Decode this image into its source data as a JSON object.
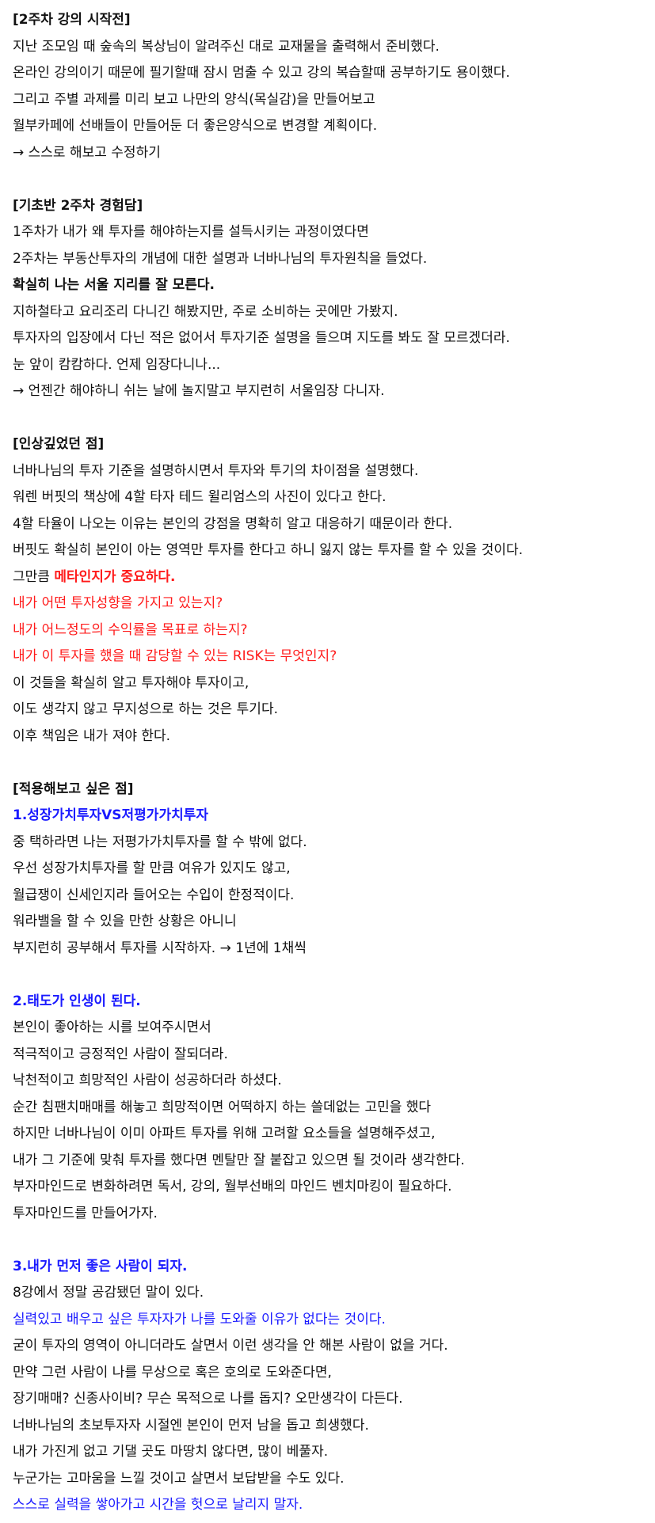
{
  "colors": {
    "text": "#111111",
    "red": "#ff1a1a",
    "blue": "#1a1aff",
    "background": "#ffffff"
  },
  "lines": [
    {
      "text": "[2주차 강의 시작전]",
      "style": "b"
    },
    {
      "text": "지난 조모임 때 숲속의 복상님이 알려주신 대로 교재물을 출력해서 준비했다.",
      "style": ""
    },
    {
      "text": "온라인 강의이기 때문에 필기할때 잠시 멈출 수 있고 강의 복습할때 공부하기도 용이했다.",
      "style": ""
    },
    {
      "text": "그리고 주별 과제를 미리 보고 나만의 양식(목실감)을 만들어보고",
      "style": ""
    },
    {
      "text": "월부카페에 선배들이 만들어둔 더 좋은양식으로 변경할 계획이다.",
      "style": ""
    },
    {
      "text": "→ 스스로 해보고 수정하기",
      "style": ""
    },
    {
      "text": "",
      "style": ""
    },
    {
      "text": "[기초반 2주차 경험담]",
      "style": "b"
    },
    {
      "text": "1주차가 내가 왜 투자를 해야하는지를 설득시키는 과정이였다면",
      "style": ""
    },
    {
      "text": "2주차는 부동산투자의 개념에 대한 설명과 너바나님의 투자원칙을 들었다.",
      "style": ""
    },
    {
      "text": "확실히 나는 서울 지리를 잘 모른다.",
      "style": "b"
    },
    {
      "text": "지하철타고 요리조리 다니긴 해봤지만, 주로 소비하는 곳에만 가봤지.",
      "style": ""
    },
    {
      "text": "투자자의 입장에서 다닌 적은 없어서 투자기준 설명을 들으며 지도를 봐도 잘 모르겠더라.",
      "style": ""
    },
    {
      "text": "눈 앞이 캄캄하다. 언제 임장다니나...",
      "style": ""
    },
    {
      "text": "→ 언젠간 해야하니 쉬는 날에 놀지말고 부지런히 서울임장 다니자.",
      "style": ""
    },
    {
      "text": "",
      "style": ""
    },
    {
      "text": "[인상깊었던 점]",
      "style": "b"
    },
    {
      "text": "너바나님의 투자 기준을 설명하시면서 투자와 투기의 차이점을 설명했다.",
      "style": ""
    },
    {
      "text": "워렌 버핏의 책상에 4할 타자 테드 윌리엄스의 사진이 있다고 한다.",
      "style": ""
    },
    {
      "text": "4할 타율이 나오는 이유는 본인의 강점을 명확히 알고 대응하기 때문이라 한다.",
      "style": ""
    },
    {
      "text": "버핏도 확실히 본인이 아는 영역만 투자를 한다고 하니 잃지 않는 투자를 할 수 있을 것이다.",
      "style": ""
    },
    {
      "text": "",
      "style": "mixed"
    },
    {
      "text": "내가 어떤 투자성향을 가지고 있는지?",
      "style": "red"
    },
    {
      "text": "내가 어느정도의 수익률을 목표로 하는지?",
      "style": "red"
    },
    {
      "text": "내가 이 투자를 했을 때 감당할 수 있는 RISK는 무엇인지?",
      "style": "red"
    },
    {
      "text": "이 것들을 확실히 알고 투자해야 투자이고,",
      "style": ""
    },
    {
      "text": "이도 생각지 않고 무지성으로 하는 것은 투기다.",
      "style": ""
    },
    {
      "text": "이후 책임은 내가 져야 한다.",
      "style": ""
    },
    {
      "text": "",
      "style": ""
    },
    {
      "text": "[적용해보고 싶은 점]",
      "style": "b"
    },
    {
      "text": "1.성장가치투자VS저평가가치투자",
      "style": "blue-b"
    },
    {
      "text": "중 택하라면 나는 저평가가치투자를 할 수 밖에 없다.",
      "style": ""
    },
    {
      "text": "우선 성장가치투자를 할 만큼 여유가 있지도 않고,",
      "style": ""
    },
    {
      "text": "월급쟁이 신세인지라 들어오는 수입이 한정적이다.",
      "style": ""
    },
    {
      "text": "워라밸을 할 수 있을 만한 상황은 아니니",
      "style": ""
    },
    {
      "text": "부지런히 공부해서 투자를 시작하자. → 1년에 1채씩",
      "style": ""
    },
    {
      "text": "",
      "style": ""
    },
    {
      "text": "2.태도가 인생이 된다.",
      "style": "blue-b"
    },
    {
      "text": "본인이 좋아하는 시를 보여주시면서",
      "style": ""
    },
    {
      "text": "적극적이고 긍정적인 사람이 잘되더라.",
      "style": ""
    },
    {
      "text": "낙천적이고 희망적인 사람이 성공하더라 하셨다.",
      "style": ""
    },
    {
      "text": "순간 침팬치매매를 해놓고 희망적이면 어떡하지 하는 쓸데없는 고민을 했다",
      "style": ""
    },
    {
      "text": "하지만 너바나님이 이미 아파트 투자를 위해 고려할 요소들을 설명해주셨고,",
      "style": ""
    },
    {
      "text": "내가 그 기준에 맞춰 투자를 했다면 멘탈만 잘 붙잡고 있으면 될 것이라 생각한다.",
      "style": ""
    },
    {
      "text": "부자마인드로 변화하려면 독서, 강의, 월부선배의 마인드 벤치마킹이 필요하다.",
      "style": ""
    },
    {
      "text": "투자마인드를 만들어가자.",
      "style": ""
    },
    {
      "text": "",
      "style": ""
    },
    {
      "text": "3.내가 먼저 좋은 사람이 되자.",
      "style": "blue-b"
    },
    {
      "text": "8강에서 정말 공감됐던 말이 있다.",
      "style": ""
    },
    {
      "text": "실력있고 배우고 싶은 투자자가 나를 도와줄 이유가 없다는 것이다.",
      "style": "blue"
    },
    {
      "text": "굳이 투자의 영역이 아니더라도 살면서 이런 생각을 안 해본 사람이 없을 거다.",
      "style": ""
    },
    {
      "text": "만약 그런 사람이 나를 무상으로 혹은 호의로 도와준다면,",
      "style": ""
    },
    {
      "text": "장기매매? 신종사이비? 무슨 목적으로 나를 돕지? 오만생각이 다든다.",
      "style": ""
    },
    {
      "text": "너바나님의 초보투자자 시절엔 본인이 먼저 남을 돕고 희생했다.",
      "style": ""
    },
    {
      "text": "내가 가진게 없고 기댈 곳도 마땅치 않다면, 많이 베풀자.",
      "style": ""
    },
    {
      "text": "누군가는 고마움을 느낄 것이고 살면서 보답받을 수도 있다.",
      "style": ""
    },
    {
      "text": "스스로 실력을 쌓아가고 시간을 헛으로 날리지 말자.",
      "style": "blue"
    }
  ],
  "mixed": {
    "prefix": "그만큼 ",
    "highlight": "메타인지가 중요하다."
  }
}
